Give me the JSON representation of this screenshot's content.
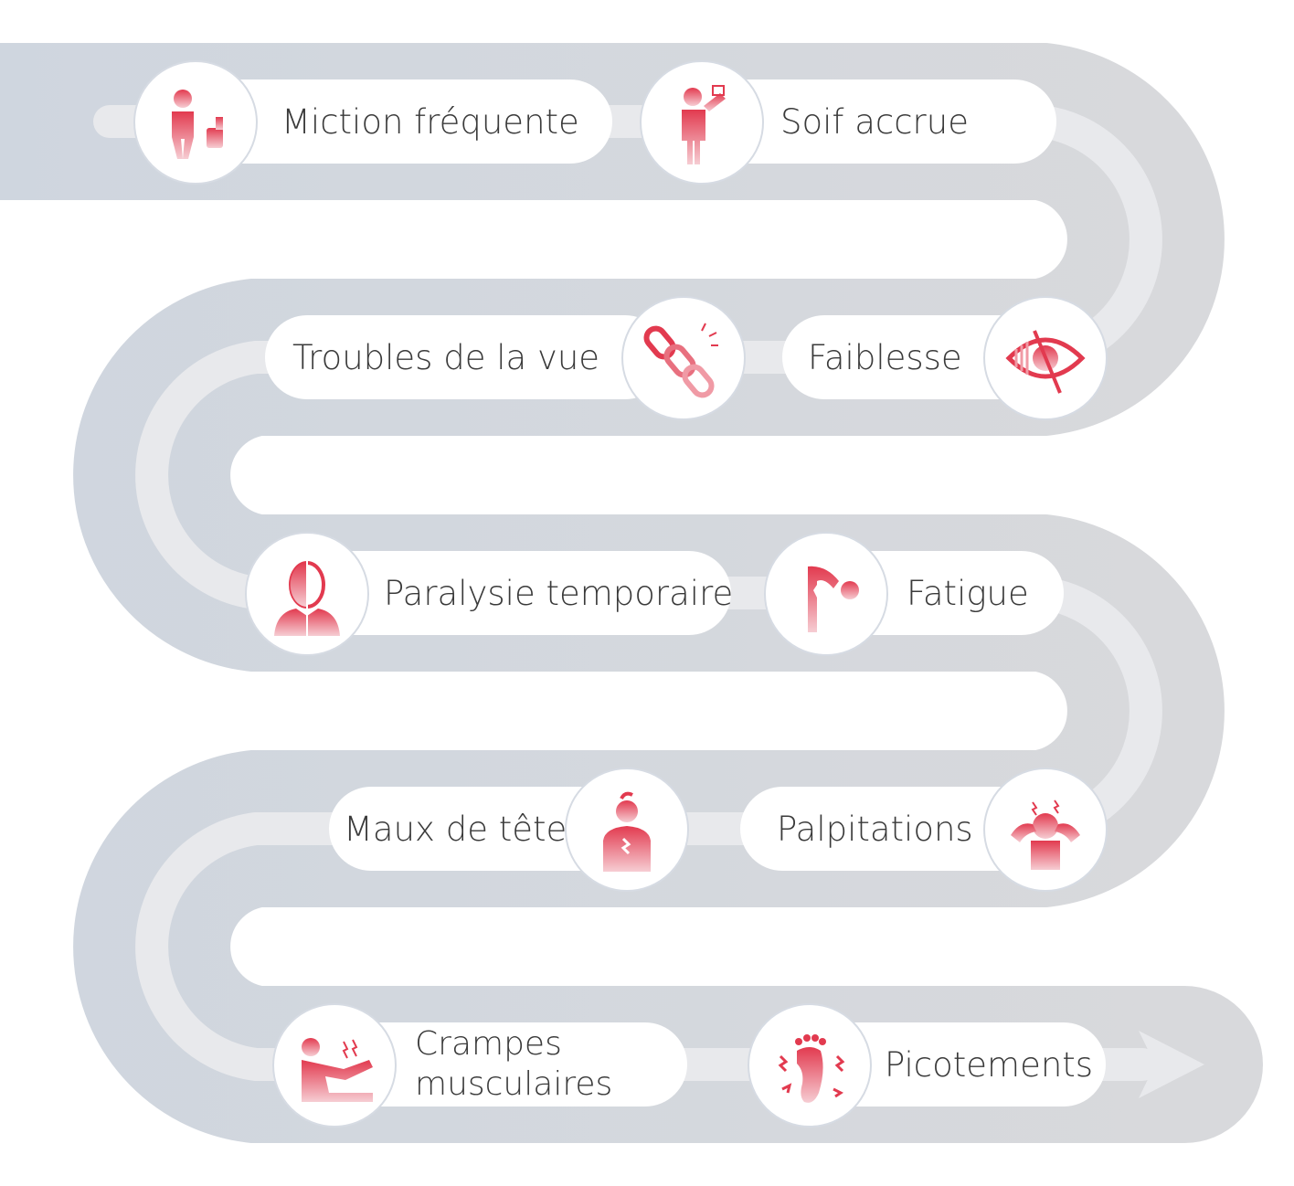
{
  "colors": {
    "track": "#d4d9e0",
    "lane": "#e7e8eb",
    "accent": "#e23a4f",
    "text": "#3a3a3a"
  },
  "steps": [
    {
      "label": "Miction fréquente",
      "icon": "person-toilet-icon"
    },
    {
      "label": "Soif accrue",
      "icon": "person-drinking-icon"
    },
    {
      "label": "Faiblesse",
      "icon": "blurred-eye-icon"
    },
    {
      "label": "Troubles de la vue",
      "icon": "broken-chain-icon"
    },
    {
      "label": "Paralysie temporaire",
      "icon": "half-face-icon"
    },
    {
      "label": "Fatigue",
      "icon": "tired-person-icon"
    },
    {
      "label": "Palpitations",
      "icon": "head-pain-icon"
    },
    {
      "label": "Maux de tête",
      "icon": "chest-pain-icon"
    },
    {
      "label": "Crampes musculaires",
      "icon": "muscle-cramp-icon"
    },
    {
      "label": "Picotements",
      "icon": "tingling-foot-icon"
    }
  ]
}
